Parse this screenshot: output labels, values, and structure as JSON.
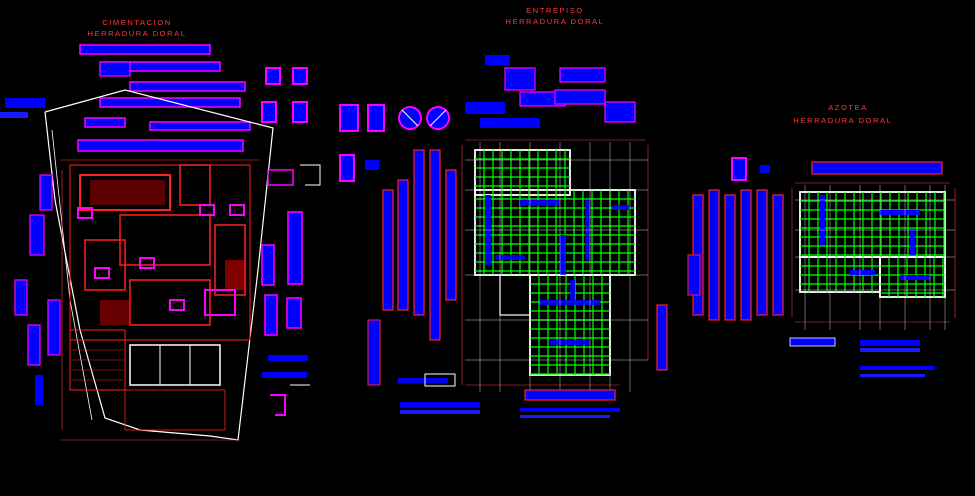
{
  "drawing": {
    "sheets": [
      {
        "id": "cimentacion",
        "title_line1": "CIMENTACION",
        "title_line2": "HERRADURA DORAL"
      },
      {
        "id": "entrepiso",
        "title_line1": "ENTREPISO",
        "title_line2": "HERRADURA DORAL"
      },
      {
        "id": "azotea",
        "title_line1": "AZOTEA",
        "title_line2": "HERRADURA DORAL"
      }
    ],
    "colors": {
      "background": "#000000",
      "section_fill": "#0000ff",
      "outline_magenta": "#ff00ff",
      "outline_red": "#ff2020",
      "dimension_red": "#ff3030",
      "rebar_green": "#00ff00",
      "structure_white": "#ffffff",
      "axis_white": "#ffffff",
      "hatch_blue": "#1a1aff"
    }
  }
}
